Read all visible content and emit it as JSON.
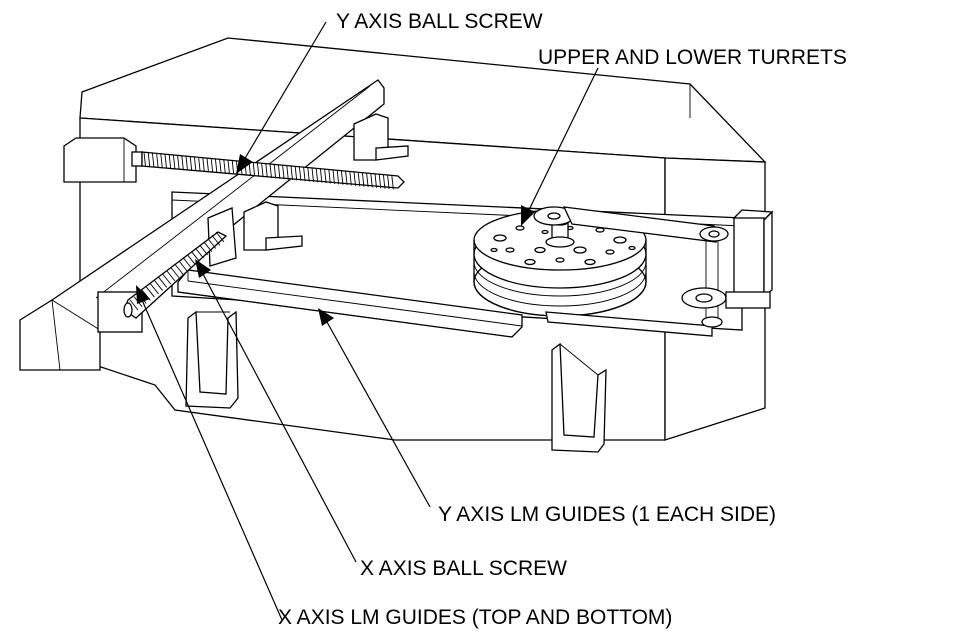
{
  "labels": {
    "y_axis_ball_screw": "Y AXIS BALL SCREW",
    "upper_lower_turrets": "UPPER AND LOWER TURRETS",
    "y_axis_lm_guides": "Y AXIS LM GUIDES (1 EACH SIDE)",
    "x_axis_ball_screw": "X AXIS BALL SCREW",
    "x_axis_lm_guides": "X AXIS LM GUIDES (TOP AND BOTTOM)"
  }
}
